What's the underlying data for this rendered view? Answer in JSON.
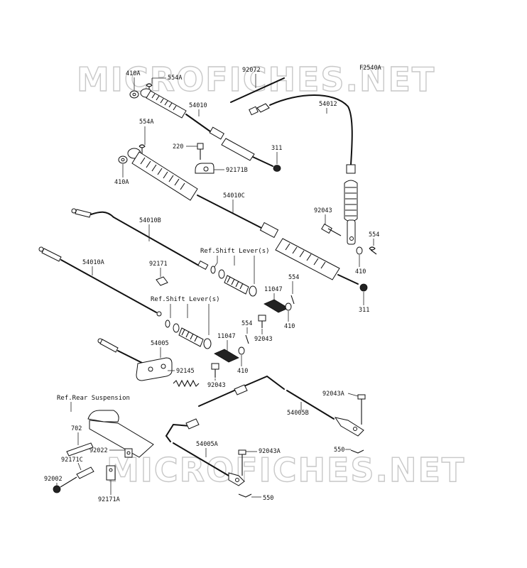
{
  "figure_code": "F2540A",
  "watermark": "MICROFICHES.NET",
  "refs": {
    "shift_lever_1": "Ref.Shift Lever(s)",
    "shift_lever_2": "Ref.Shift Lever(s)",
    "rear_suspension": "Ref.Rear Suspension"
  },
  "labels": {
    "p410a_top": "410A",
    "p554a_top": "554A",
    "p92072": "92072",
    "p54012": "54012",
    "p54010": "54010",
    "p554a_mid": "554A",
    "p220": "220",
    "p311_top": "311",
    "p92171b": "92171B",
    "p410a_mid": "410A",
    "p54010c": "54010C",
    "p54010b": "54010B",
    "p92043_right": "92043",
    "p554_right": "554",
    "p410_right": "410",
    "p311_bottom": "311",
    "p54010a": "54010A",
    "p92171": "92171",
    "p554_mid": "554",
    "p11047_upper": "11047",
    "p410_mid": "410",
    "p92043_mid": "92043",
    "p554_low": "554",
    "p11047_lower": "11047",
    "p410_low": "410",
    "p54005": "54005",
    "p92145": "92145",
    "p92043_low": "92043",
    "p92043a_upper": "92043A",
    "p54005b": "54005B",
    "p550_upper": "550",
    "p702": "702",
    "p92022": "92022",
    "p92171c": "92171C",
    "p54005a": "54005A",
    "p92043a_lower": "92043A",
    "p92002": "92002",
    "p92171a": "92171A",
    "p550_lower": "550"
  }
}
